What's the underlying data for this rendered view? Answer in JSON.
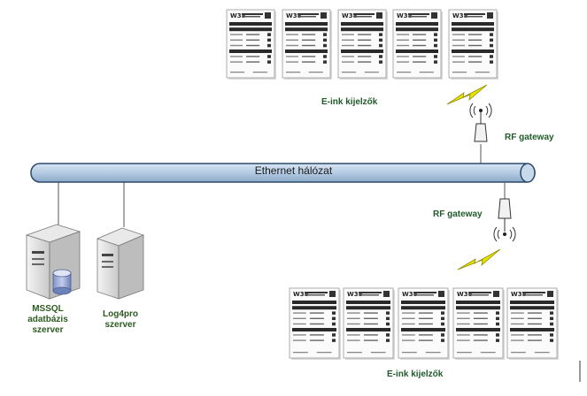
{
  "network": {
    "label": "Ethernet hálózat"
  },
  "servers": [
    {
      "lines": [
        "MSSQL",
        "adatbázis",
        "szerver"
      ]
    },
    {
      "lines": [
        "Log4pro",
        "szerver"
      ]
    }
  ],
  "gateways": {
    "top_label": "RF gateway",
    "bottom_label": "RF gateway"
  },
  "displays": {
    "top_label": "E-ink kijelzők",
    "bottom_label": "E-ink kijelzők",
    "tag_title": "W38"
  },
  "colors": {
    "bus_fill": "#b9cfe6",
    "bus_stroke": "#2c4a6b",
    "label_green": "#1f5a2a",
    "lightning": "#e8e200"
  }
}
